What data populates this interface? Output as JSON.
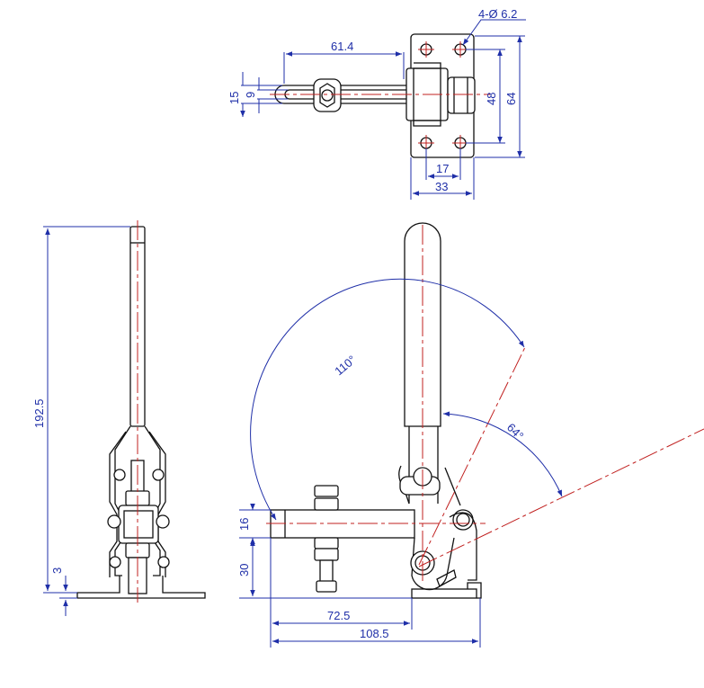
{
  "colors": {
    "dimension": "#1f2fa8",
    "outline": "#111111",
    "centerline": "#c0201f",
    "background": "#ffffff"
  },
  "top_view": {
    "hole_callout": "4-Ø 6.2",
    "dim_arm_length": "61.4",
    "dim_outer_width": "15",
    "dim_slot_width": "9",
    "dim_hole_spacing_vertical": "48",
    "dim_base_height": "64",
    "dim_hole_spacing_horizontal": "17",
    "dim_base_width": "33"
  },
  "front_view": {
    "dim_total_height": "192.5",
    "dim_base_thickness": "3"
  },
  "side_view": {
    "angle_open": "110°",
    "angle_handle": "64°",
    "dim_arm_height": "16",
    "dim_spindle_height": "30",
    "dim_spindle_reach": "72.5",
    "dim_overall_length": "108.5"
  }
}
